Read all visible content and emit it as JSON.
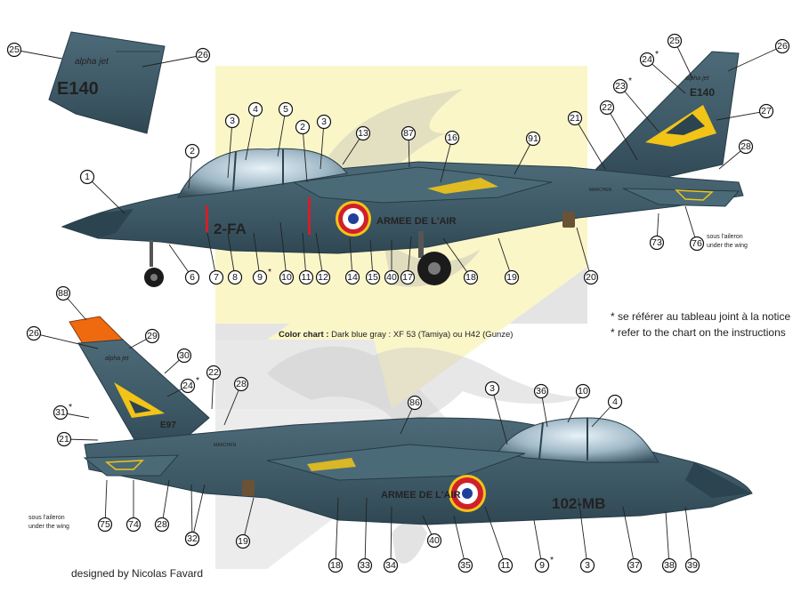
{
  "fin_detail": {
    "code": "E140",
    "script": "alpha jet"
  },
  "top_aircraft": {
    "code": "2-FA",
    "service_text": "ARMEE DE L'AIR",
    "fin_code": "E140",
    "fin_script": "alpha jet",
    "stencil": "MARCHEN",
    "aileron_note_fr": "sous l'aileron",
    "aileron_note_en": "under the wing"
  },
  "bottom_aircraft": {
    "code": "102-MB",
    "service_text": "ARMEE DE L'AIR",
    "fin_code": "E97",
    "fin_script": "alpha jet",
    "stencil": "MARCHEN",
    "aileron_note_fr": "sous l'aileron",
    "aileron_note_en": "under the wing"
  },
  "notes": {
    "fr": "* se référer au tableau joint à la notice",
    "en": "* refer to the chart on the instructions"
  },
  "color_chart": {
    "label": "Color chart :",
    "value": "Dark blue gray : XF 53 (Tamiya) ou H42 (Gunze)"
  },
  "credit": "designed by Nicolas Favard",
  "colors": {
    "airframe": "#3d5865",
    "airframe_dark": "#2c4350",
    "roundel_blue": "#1f3f9a",
    "roundel_red": "#d0202a",
    "roundel_yellow": "#f2c418",
    "tail_orange": "#ef6a0f",
    "panel_yellow": "#fbf6c8"
  },
  "callouts_fin_detail": [
    "25",
    "26"
  ],
  "callouts_top": [
    "1",
    "2",
    "3",
    "4",
    "5",
    "2",
    "3",
    "13",
    "87",
    "16",
    "91",
    "21",
    "22",
    "23*",
    "24*",
    "25",
    "26",
    "27",
    "28",
    "73",
    "76",
    "6",
    "7",
    "8",
    "9*",
    "10",
    "11",
    "12",
    "14",
    "15",
    "40",
    "17",
    "18",
    "19",
    "20"
  ],
  "callouts_bottom": [
    "88",
    "26",
    "29",
    "30",
    "24*",
    "22",
    "31*",
    "21",
    "28",
    "86",
    "3",
    "36",
    "10",
    "4",
    "75",
    "74",
    "28",
    "32",
    "32",
    "19",
    "18",
    "33",
    "34",
    "40",
    "35",
    "11",
    "9*",
    "3",
    "37",
    "38",
    "39"
  ]
}
